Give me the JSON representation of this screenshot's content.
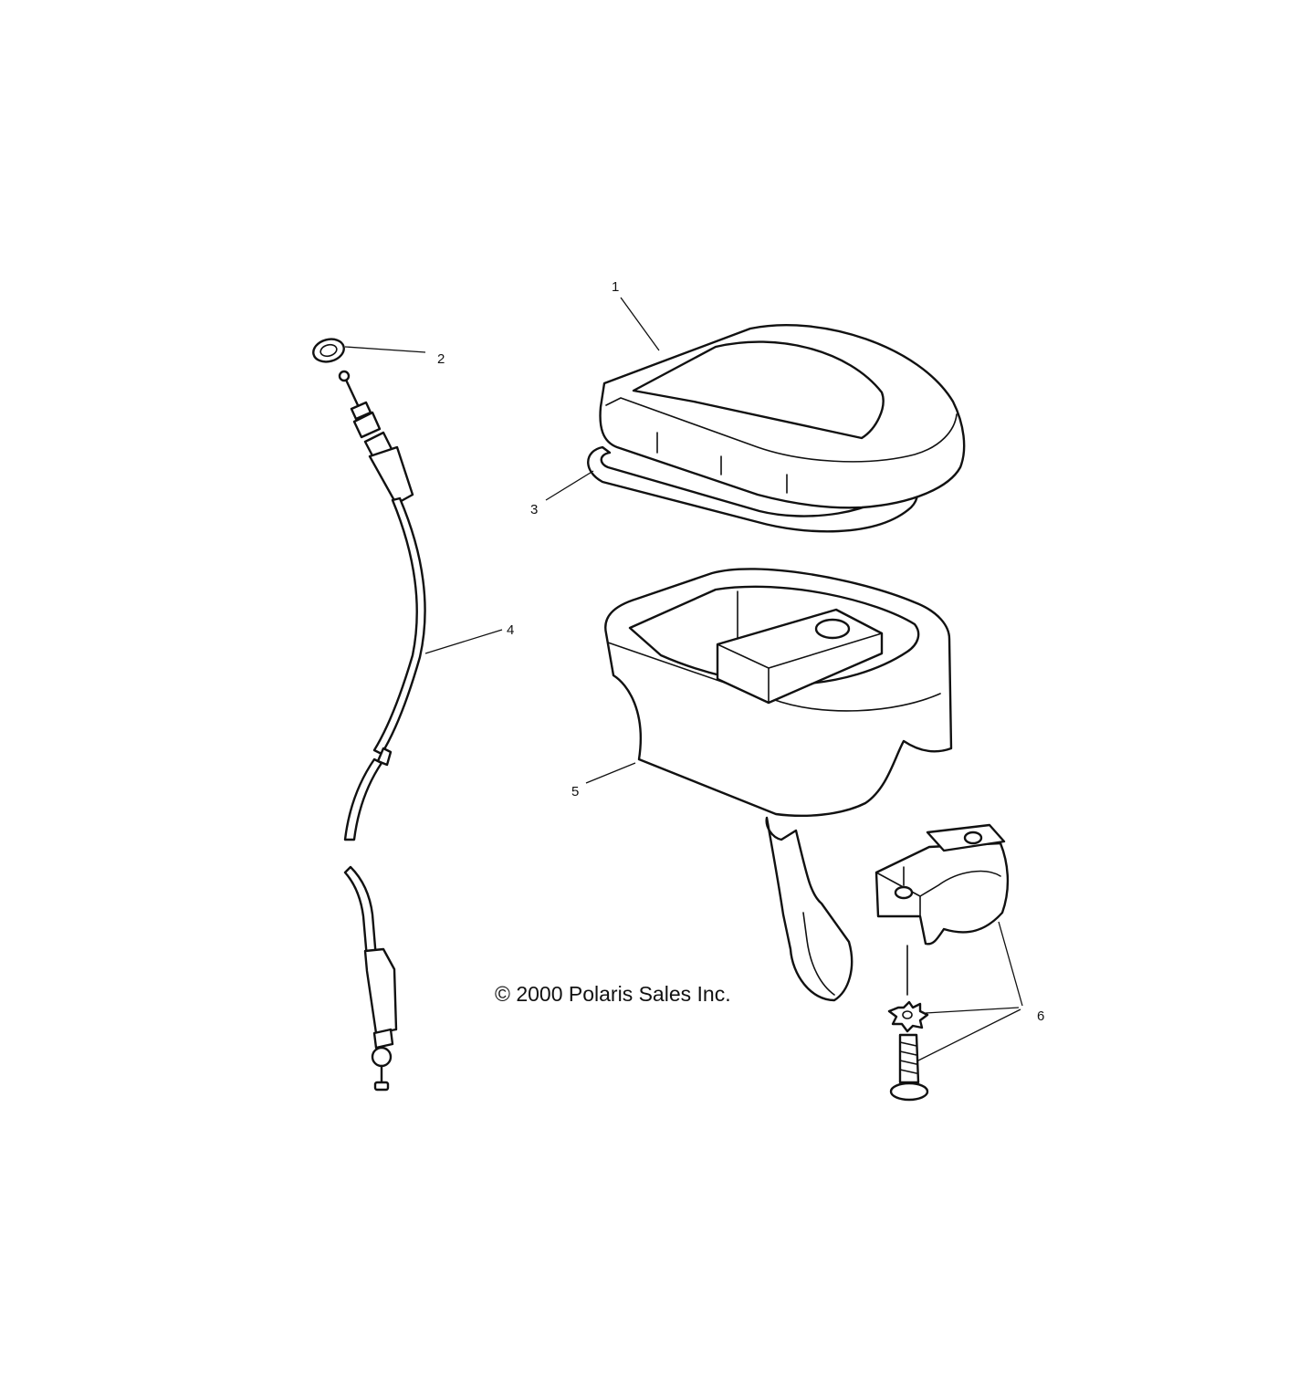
{
  "callouts": [
    {
      "id": "1",
      "label": "1"
    },
    {
      "id": "2",
      "label": "2"
    },
    {
      "id": "3",
      "label": "3"
    },
    {
      "id": "4",
      "label": "4"
    },
    {
      "id": "5",
      "label": "5"
    },
    {
      "id": "6",
      "label": "6"
    }
  ],
  "copyright": "© 2000 Polaris Sales Inc.",
  "colors": {
    "line": "#111111",
    "background": "#ffffff"
  }
}
